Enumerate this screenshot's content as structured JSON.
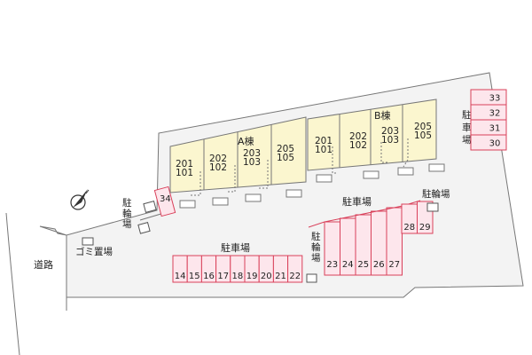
{
  "colors": {
    "site_fill": "#f3f3f3",
    "outline": "#777777",
    "building_fill": "#fbf6cf",
    "parking_fill": "#fde6ec",
    "parking_stroke": "#d9405a",
    "text": "#222222"
  },
  "compass": {
    "icon": "north-arrow-icon"
  },
  "road_label": "道路",
  "garbage_label": "ゴミ置場",
  "buildings": {
    "a": {
      "name": "A棟",
      "units": [
        {
          "upper": "201",
          "lower": "101"
        },
        {
          "upper": "202",
          "lower": "102"
        },
        {
          "upper": "203",
          "lower": "103"
        },
        {
          "upper": "205",
          "lower": "105"
        }
      ]
    },
    "b": {
      "name": "B棟",
      "units": [
        {
          "upper": "201",
          "lower": "101"
        },
        {
          "upper": "202",
          "lower": "102"
        },
        {
          "upper": "203",
          "lower": "103"
        },
        {
          "upper": "205",
          "lower": "105"
        }
      ]
    }
  },
  "parking_labels": {
    "left": "駐車場",
    "center": "駐車場",
    "right": "駐車場"
  },
  "bicycle_labels": {
    "left": "駐輪場",
    "center": "駐輪場",
    "right": "駐輪場"
  },
  "parking": {
    "left_row": [
      "14",
      "15",
      "16",
      "17",
      "18",
      "19",
      "20",
      "21",
      "22"
    ],
    "center_row": [
      "23",
      "24",
      "25",
      "26",
      "27"
    ],
    "center_short": [
      "28",
      "29"
    ],
    "right_column": [
      "33",
      "32",
      "31",
      "30"
    ],
    "single": "34"
  }
}
